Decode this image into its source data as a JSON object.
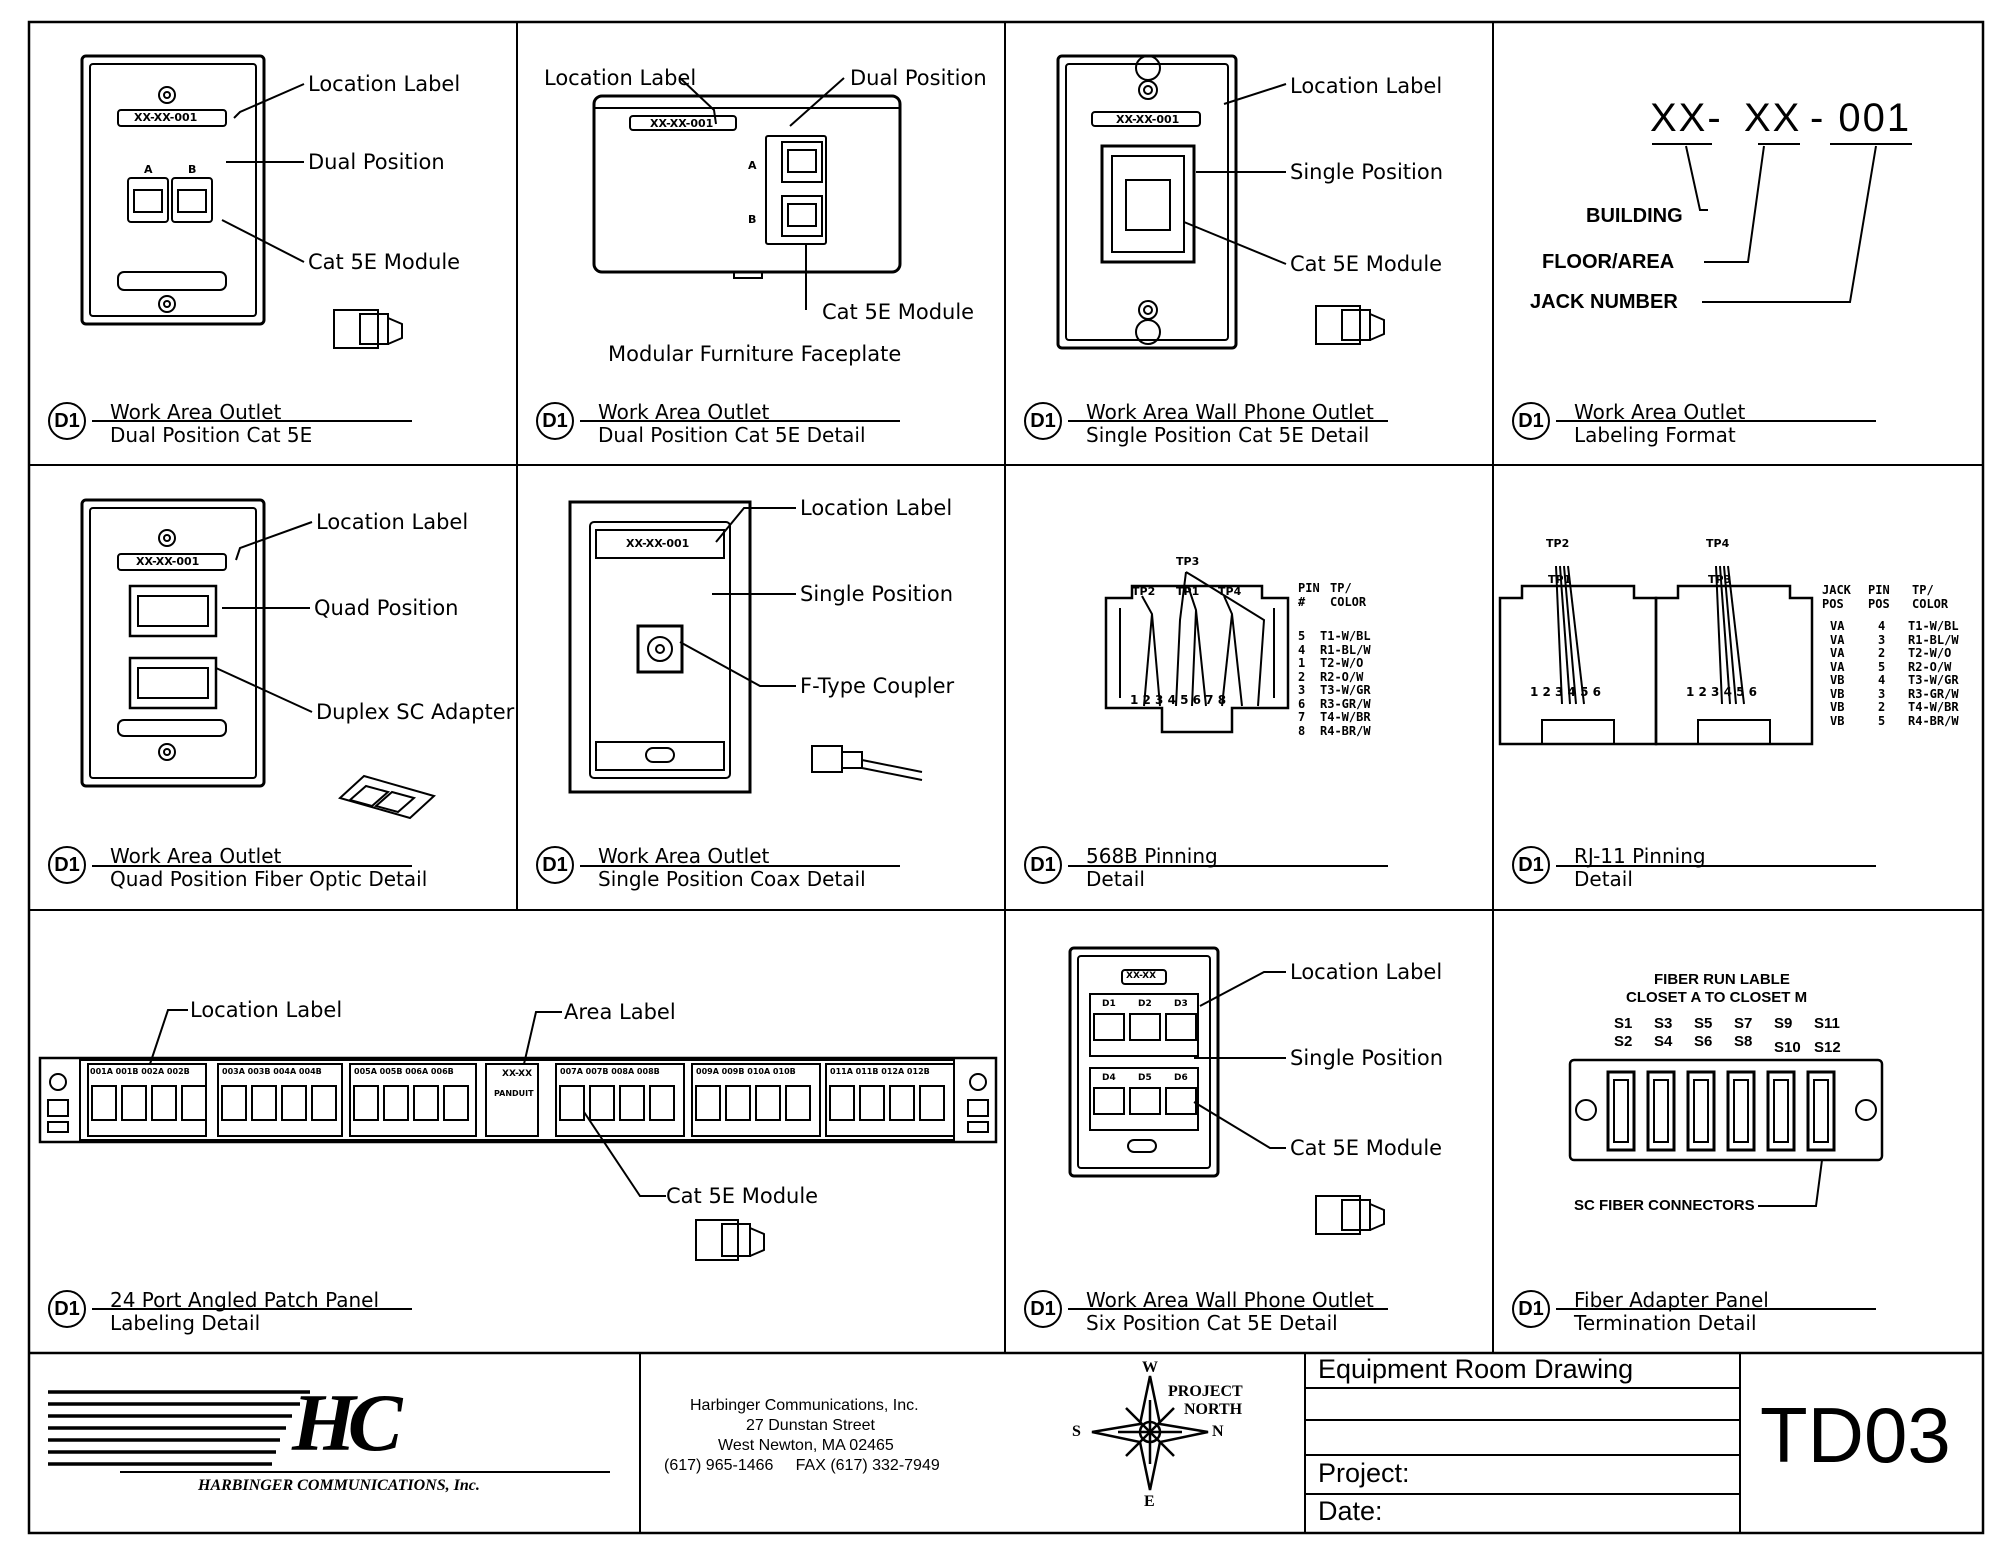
{
  "cells": [
    {
      "badge": "D1",
      "title": "Work Area Outlet",
      "subtitle": "Dual Position Cat 5E",
      "labels": {
        "location": "Location Label",
        "position": "Dual Position",
        "module": "Cat 5E Module",
        "plate_text": "XX-XX-001",
        "jack_a": "A",
        "jack_b": "B"
      }
    },
    {
      "badge": "D1",
      "title": "Work Area Outlet",
      "subtitle": "Dual Position Cat 5E Detail",
      "labels": {
        "location": "Location Label",
        "position": "Dual Position",
        "module": "Cat 5E Module",
        "caption": "Modular Furniture Faceplate",
        "plate_text": "XX-XX-001",
        "jack_a": "A",
        "jack_b": "B"
      }
    },
    {
      "badge": "D1",
      "title": "Work Area Wall Phone Outlet",
      "subtitle": "Single Position Cat 5E Detail",
      "labels": {
        "location": "Location Label",
        "position": "Single Position",
        "module": "Cat 5E Module",
        "plate_text": "XX-XX-001"
      }
    },
    {
      "badge": "D1",
      "title": "Work Area Outlet",
      "subtitle": "Labeling Format",
      "labels": {
        "format_building": "XX-",
        "format_floor": "XX",
        "format_jack": "- 001",
        "building": "BUILDING",
        "floor": "FLOOR/AREA",
        "jack": "JACK NUMBER"
      }
    },
    {
      "badge": "D1",
      "title": "Work Area Outlet",
      "subtitle": "Quad Position Fiber Optic Detail",
      "labels": {
        "location": "Location Label",
        "position": "Quad Position",
        "adapter": "Duplex SC Adapter",
        "plate_text": "XX-XX-001"
      }
    },
    {
      "badge": "D1",
      "title": "Work Area Outlet",
      "subtitle": "Single Position Coax Detail",
      "labels": {
        "location": "Location Label",
        "position": "Single Position",
        "coupler": "F-Type Coupler",
        "plate_text": "XX-XX-001"
      }
    },
    {
      "badge": "D1",
      "title": "568B Pinning",
      "subtitle": "Detail",
      "labels": {
        "tp1": "TP1",
        "tp2": "TP2",
        "tp3": "TP3",
        "tp4": "TP4",
        "pins": "1 2 3 4 5 6 7 8",
        "head_pin": "PIN\n#",
        "head_tp": "TP/\nCOLOR",
        "pin_numbers": "5\n4\n1\n2\n3\n6\n7\n8",
        "tp_colors": "T1-W/BL\nR1-BL/W\nT2-W/O\nR2-O/W\nT3-W/GR\nR3-GR/W\nT4-W/BR\nR4-BR/W"
      }
    },
    {
      "badge": "D1",
      "title": "RJ-11 Pinning",
      "subtitle": "Detail",
      "labels": {
        "tp1": "TP1",
        "tp2": "TP2",
        "tp3": "TP3",
        "tp4": "TP4",
        "pins_a": "1 2 3 4 5 6",
        "pins_b": "1 2 3 4 5 6",
        "head_jack": "JACK\nPOS",
        "head_pin": "PIN\nPOS",
        "head_tp": "TP/\nCOLOR",
        "jack_pos": "VA\nVA\nVA\nVA\nVB\nVB\nVB\nVB",
        "pin_pos": "4\n3\n2\n5\n4\n3\n2\n5",
        "tp_colors": "T1-W/BL\nR1-BL/W\nT2-W/O\nR2-O/W\nT3-W/GR\nR3-GR/W\nT4-W/BR\nR4-BR/W"
      }
    },
    {
      "badge": "D1",
      "title": "24 Port Angled Patch Panel",
      "subtitle": "Labeling Detail",
      "labels": {
        "location": "Location Label",
        "area": "Area Label",
        "module": "Cat 5E Module",
        "port_groups": [
          "001A 001B 002A 002B",
          "003A 003B 004A 004B",
          "005A 005B 006A 006B",
          "007A 007B 008A 008B",
          "009A 009B 010A 010B",
          "011A 011B 012A 012B"
        ],
        "area_text": "XX-XX",
        "brand": "PANDUIT"
      }
    },
    {
      "badge": "D1",
      "title": "Work Area Wall Phone Outlet",
      "subtitle": "Six Position Cat 5E Detail",
      "labels": {
        "location": "Location Label",
        "position": "Single Position",
        "module": "Cat 5E Module",
        "plate_text": "XX-XX",
        "ports_top": [
          "D1",
          "D2",
          "D3"
        ],
        "ports_bottom": [
          "D4",
          "D5",
          "D6"
        ]
      }
    },
    {
      "badge": "D1",
      "title": "Fiber Adapter Panel",
      "subtitle": "Termination Detail",
      "labels": {
        "run_title": "FIBER RUN LABLE",
        "run_sub": "CLOSET A TO CLOSET M",
        "top_row": [
          "S1",
          "S3",
          "S5",
          "S7",
          "S9",
          "S11"
        ],
        "bottom_row": [
          "S2",
          "S4",
          "S6",
          "S8",
          "S10",
          "S12"
        ],
        "connectors": "SC FIBER CONNECTORS"
      }
    }
  ],
  "title_block": {
    "company_logo": "HC",
    "company_name": "HARBINGER COMMUNICATIONS, Inc.",
    "address": {
      "line1": "Harbinger Communications, Inc.",
      "line2": "27 Dunstan Street",
      "line3": "West Newton, MA 02465",
      "line4": "(617) 965-1466     FAX (617) 332-7949"
    },
    "compass": {
      "n": "W",
      "s": "E",
      "w": "S",
      "e": "N",
      "label1": "PROJECT",
      "label2": "NORTH"
    },
    "drawing_title": "Equipment Room Drawing",
    "project_label": "Project:",
    "date_label": "Date:",
    "sheet": "TD03"
  }
}
